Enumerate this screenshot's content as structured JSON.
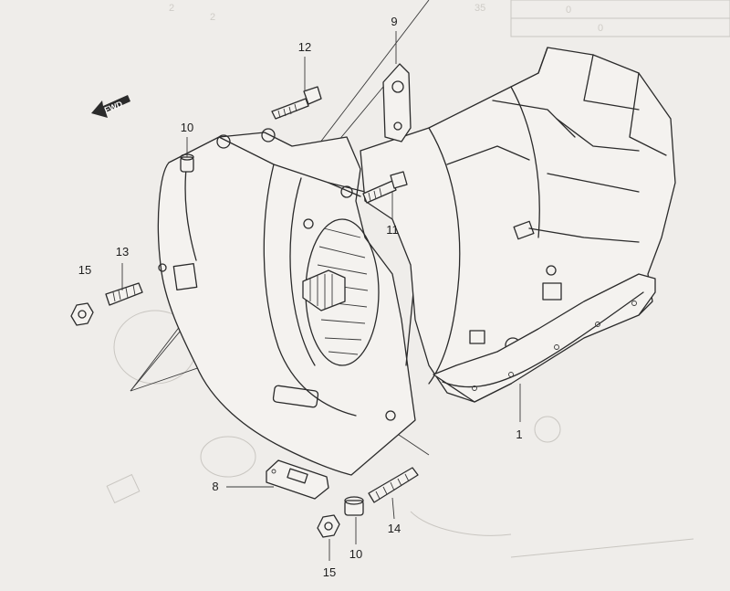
{
  "diagram": {
    "fwd_label": "FWD",
    "parts": [
      {
        "id": "1",
        "label": "1"
      },
      {
        "id": "8",
        "label": "8"
      },
      {
        "id": "9",
        "label": "9"
      },
      {
        "id": "10a",
        "label": "10"
      },
      {
        "id": "10b",
        "label": "10"
      },
      {
        "id": "11",
        "label": "11"
      },
      {
        "id": "12",
        "label": "12"
      },
      {
        "id": "13",
        "label": "13"
      },
      {
        "id": "14",
        "label": "14"
      },
      {
        "id": "15a",
        "label": "15"
      },
      {
        "id": "15b",
        "label": "15"
      }
    ]
  },
  "colors": {
    "paper": "#efedea",
    "ink": "#2b2b2b",
    "show_through": "#c9c6c1"
  }
}
